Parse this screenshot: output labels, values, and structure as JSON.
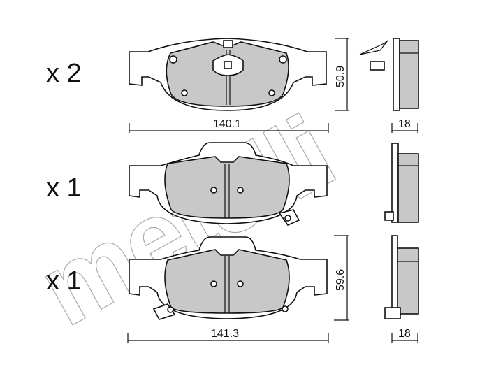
{
  "watermark": "metelli",
  "pads": [
    {
      "quantity": "x 2",
      "width": "140.1",
      "height": "50.9",
      "thickness": "18"
    },
    {
      "quantity": "x 1"
    },
    {
      "quantity": "x 1",
      "width": "141.3",
      "height": "59.6",
      "thickness": "18"
    }
  ]
}
